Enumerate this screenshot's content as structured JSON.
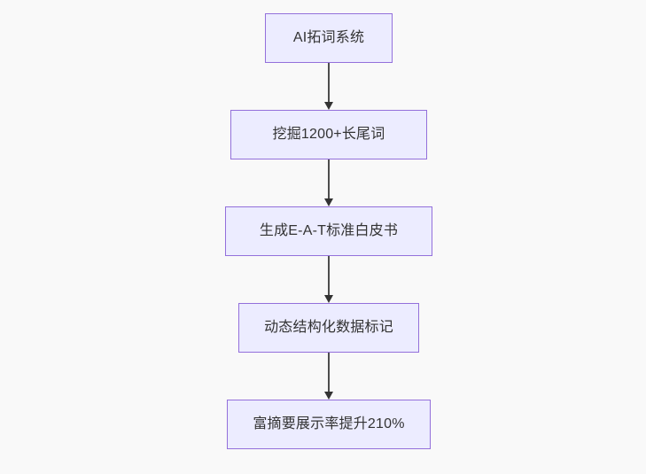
{
  "diagram": {
    "type": "flowchart",
    "direction": "top-down",
    "nodes": [
      {
        "label": "AI拓词系统"
      },
      {
        "label": "挖掘1200+长尾词"
      },
      {
        "label": "生成E-A-T标准白皮书"
      },
      {
        "label": "动态结构化数据标记"
      },
      {
        "label": "富摘要展示率提升210%"
      }
    ],
    "edges": [
      {
        "from": "AI拓词系统",
        "to": "挖掘1200+长尾词"
      },
      {
        "from": "挖掘1200+长尾词",
        "to": "生成E-A-T标准白皮书"
      },
      {
        "from": "生成E-A-T标准白皮书",
        "to": "动态结构化数据标记"
      },
      {
        "from": "动态结构化数据标记",
        "to": "富摘要展示率提升210%"
      }
    ],
    "colors": {
      "background": "#f9f9f9",
      "node_fill": "#ECECFF",
      "node_border": "#9370DB",
      "node_text": "#333333",
      "arrow": "#333333"
    }
  }
}
